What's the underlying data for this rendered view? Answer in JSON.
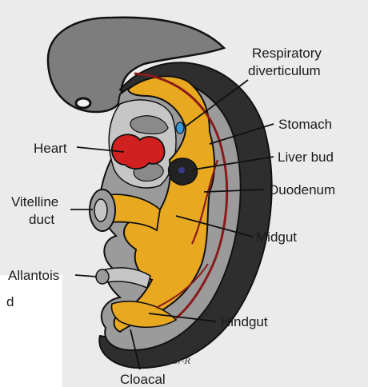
{
  "labels": {
    "respiratory_line1": "Respiratory",
    "respiratory_line2": "diverticulum",
    "stomach": "Stomach",
    "heart": "Heart",
    "liver_bud": "Liver bud",
    "duodenum": "Duodenum",
    "vitelline_line1": "Vitelline",
    "vitelline_line2": "duct",
    "midgut": "Midgut",
    "allantois": "Allantois",
    "hindgut": "Hindgut",
    "cloacal": "Cloacal",
    "edge_fragment": "d"
  },
  "signature": "abr-R",
  "colors": {
    "background": "#ebebeb",
    "outer_body": "#2e2e2e",
    "mesoderm": "#9b9b9b",
    "mesoderm_light": "#c6c6c6",
    "gut_endoderm": "#e8a820",
    "heart": "#d12020",
    "vessel": "#8a1a1a",
    "liver": "#222222",
    "resp_bud": "#3a9ad9"
  }
}
